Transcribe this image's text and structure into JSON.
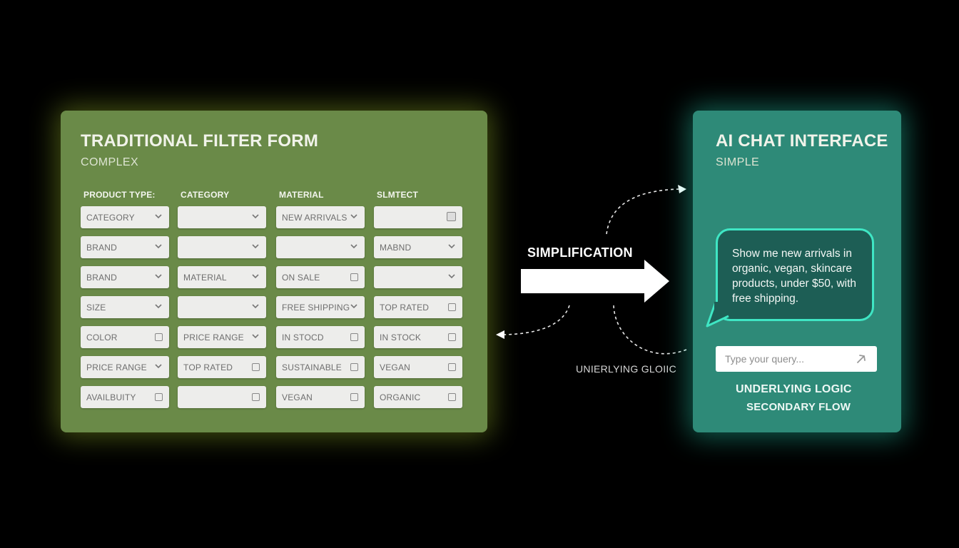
{
  "left_panel": {
    "title": "TRADITIONAL FILTER FORM",
    "subtitle": "COMPLEX",
    "column_headers": [
      "PRODUCT TYPE:",
      "CATEGORY",
      "MATE⁠RIAL",
      "SLMTECT"
    ],
    "rows": [
      [
        {
          "label": "CATEGORY",
          "control": "chevron"
        },
        {
          "label": "",
          "control": "chevron"
        },
        {
          "label": "NEW ARRIVALS",
          "control": "chevron"
        },
        {
          "label": "",
          "control": "checkbox-large"
        }
      ],
      [
        {
          "label": "BRAND",
          "control": "chevron"
        },
        {
          "label": "",
          "control": "chevron"
        },
        {
          "label": "",
          "control": "chevron"
        },
        {
          "label": "MABND",
          "control": "chevron"
        }
      ],
      [
        {
          "label": "BRAND",
          "control": "chevron"
        },
        {
          "label": "MATERIAL",
          "control": "chevron"
        },
        {
          "label": "ON SALE",
          "control": "checkbox"
        },
        {
          "label": "",
          "control": "chevron"
        }
      ],
      [
        {
          "label": "SIZE",
          "control": "chevron"
        },
        {
          "label": "",
          "control": "chevron"
        },
        {
          "label": "FREE SHIPPING",
          "control": "chevron"
        },
        {
          "label": "TOP RATED",
          "control": "checkbox"
        }
      ],
      [
        {
          "label": "COLOR",
          "control": "checkbox"
        },
        {
          "label": "PRICE RANGE",
          "control": "chevron"
        },
        {
          "label": "IN STOCD",
          "control": "checkbox"
        },
        {
          "label": "IN STOCK",
          "control": "checkbox"
        }
      ],
      [
        {
          "label": "PRICE RANGE",
          "control": "chevron"
        },
        {
          "label": "TOP RATED",
          "control": "checkbox"
        },
        {
          "label": "SUSTAINABLE",
          "control": "checkbox"
        },
        {
          "label": "VEGAN",
          "control": "checkbox"
        }
      ],
      [
        {
          "label": "AVAILBUITY",
          "control": "checkbox"
        },
        {
          "label": "",
          "control": "checkbox"
        },
        {
          "label": "VEGAN",
          "control": "checkbox"
        },
        {
          "label": "ORGANIC",
          "control": "checkbox"
        }
      ]
    ]
  },
  "middle": {
    "arrow_label": "SIMPLIFICATION",
    "underlying_label": "UNIERLYING GLOIIC"
  },
  "right_panel": {
    "title": "AI CHAT INTERFACE",
    "subtitle": "SIMPLE",
    "chat_message": "Show me new arrivals in organic, vegan, skincare products, under $50, with free shipping.",
    "input_placeholder": "Type your query...",
    "logic_label": "UNDERLYING LOGIC",
    "secondary_label": "SECONDARY FLOW"
  },
  "colors": {
    "left_panel_bg": "#6a8a48",
    "left_glow": "#96b428",
    "right_panel_bg": "#2e8a78",
    "right_glow": "#28d2b4",
    "bubble_border": "#3fe6c4"
  }
}
